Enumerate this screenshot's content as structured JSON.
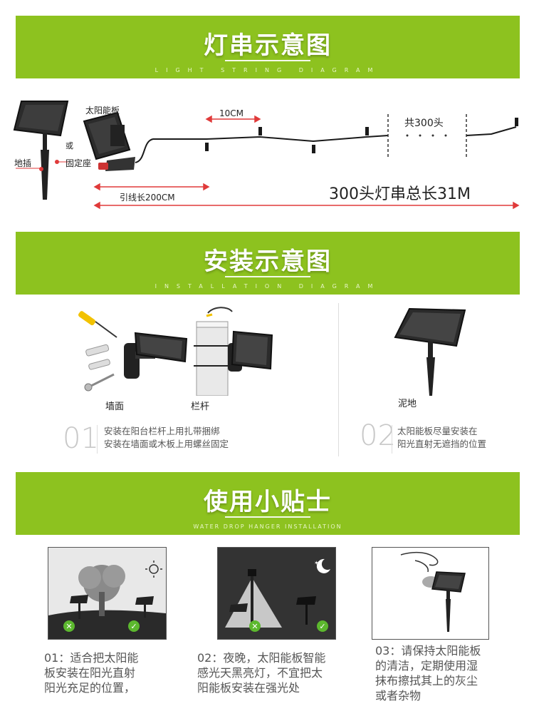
{
  "section1": {
    "title": "灯串示意图",
    "subtitle": "LIGHT STRING DIAGRAM",
    "labels": {
      "solar_panel": "太阳能板",
      "or": "或",
      "ground_stake": "地插",
      "fixed_mount": "固定座",
      "spacing": "10CM",
      "total_heads": "共300头",
      "lead_wire": "引线长200CM",
      "total_length": "300头灯串总长31M"
    }
  },
  "section2": {
    "title": "安装示意图",
    "subtitle": "INSTALLATION DIAGRAM",
    "labels": {
      "wall": "墙面",
      "railing": "栏杆",
      "soil": "泥地"
    },
    "steps": [
      {
        "num": "01",
        "line1": "安装在阳台栏杆上用扎带捆绑",
        "line2": "安装在墙面或木板上用螺丝固定"
      },
      {
        "num": "02",
        "line1": "太阳能板尽量安装在",
        "line2": "阳光直射无遮挡的位置"
      }
    ]
  },
  "section3": {
    "title": "使用小贴士",
    "subtitle": "WATER DROP HANGER INSTALLATION",
    "tips": [
      {
        "line1": "01：适合把太阳能",
        "line2": "板安装在阳光直射",
        "line3": "阳光充足的位置，"
      },
      {
        "line1": "02：夜晚，太阳能板智能",
        "line2": "感光天黑亮灯，不宜把太",
        "line3": "阳能板安装在强光处"
      },
      {
        "line1": "03：请保持太阳能板",
        "line2": "的清洁，定期使用湿",
        "line3": "抹布擦拭其上的灰尘",
        "line4": "或者杂物"
      }
    ]
  },
  "colors": {
    "banner": "#8dc21f",
    "arrow": "#e03a3a",
    "check": "#5cb82e",
    "cross": "#e04040"
  }
}
